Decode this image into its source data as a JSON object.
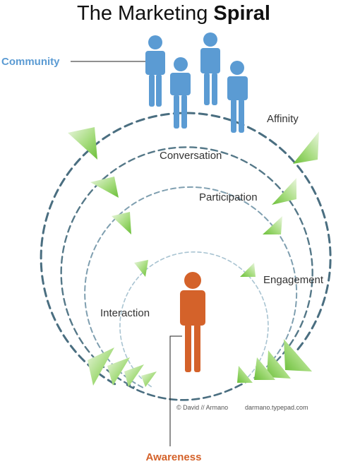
{
  "title": {
    "regular": "The Marketing ",
    "bold": "Spiral"
  },
  "labels": {
    "community": "Community",
    "awareness": "Awareness",
    "affinity": "Affinity",
    "conversation": "Conversation",
    "participation": "Participation",
    "engagement": "Engagement",
    "interaction": "Interaction"
  },
  "credits": {
    "author": "© David // Armano",
    "site": "darmano.typepad.com"
  },
  "colors": {
    "community": "#5b9bd3",
    "awareness": "#d4622a",
    "spiral_dark": "#4a6e80",
    "spiral_light": "#a9c4d2",
    "arrow_green": "#7ac943",
    "text": "#333333"
  },
  "icons": [
    "community-people-icon",
    "awareness-person-icon",
    "spiral-arrow-icon"
  ]
}
